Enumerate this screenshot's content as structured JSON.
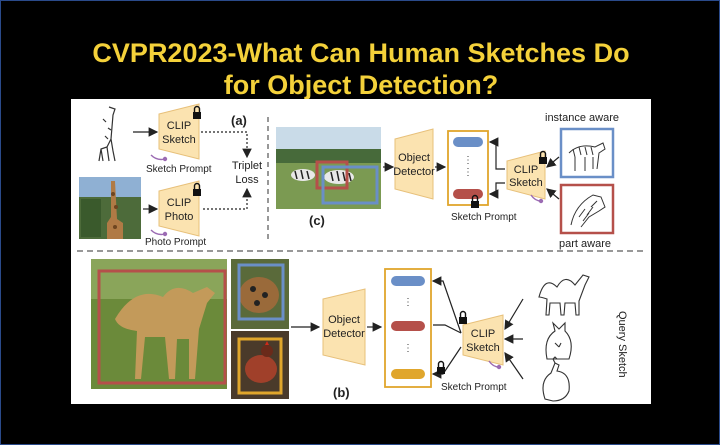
{
  "slide": {
    "title_line1": "CVPR2023-What Can Human Sketches Do",
    "title_line2": "for Object Detection?"
  },
  "figure": {
    "panel_a": {
      "label": "(a)",
      "clip_sketch_line1": "CLIP",
      "clip_sketch_line2": "Sketch",
      "sketch_prompt": "Sketch Prompt",
      "clip_photo_line1": "CLIP",
      "clip_photo_line2": "Photo",
      "photo_prompt": "Photo Prompt",
      "triplet_line1": "Triplet",
      "triplet_line2": "Loss"
    },
    "panel_c": {
      "label": "(c)",
      "detector_line1": "Object",
      "detector_line2": "Detector",
      "clip_line1": "CLIP",
      "clip_line2": "Sketch",
      "sketch_prompt": "Sketch Prompt",
      "instance_aware": "instance aware",
      "part_aware": "part aware"
    },
    "panel_b": {
      "label": "(b)",
      "detector_line1": "Object",
      "detector_line2": "Detector",
      "clip_line1": "CLIP",
      "clip_line2": "Sketch",
      "sketch_prompt": "Sketch Prompt",
      "query_sketch": "Query Sketch"
    },
    "colors": {
      "encoder_fill": "#fbe3b0",
      "encoder_stroke": "#e7c07a",
      "blue": "#6a8fc7",
      "red": "#b5504a",
      "gold": "#e0a62c",
      "prompt_purple": "#9b6bb3"
    }
  }
}
